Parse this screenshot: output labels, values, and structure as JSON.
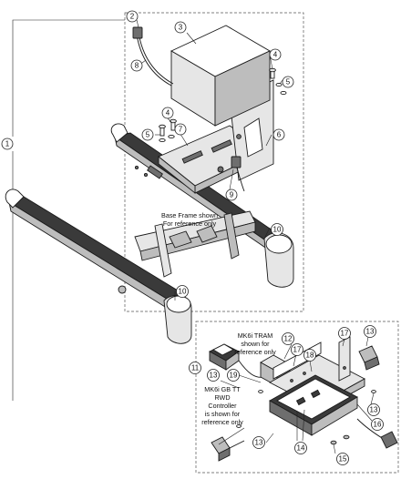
{
  "callouts": {
    "c1": "1",
    "c2": "2",
    "c3": "3",
    "c4a": "4",
    "c4b": "4",
    "c5a": "5",
    "c5b": "5",
    "c6": "6",
    "c7": "7",
    "c8": "8",
    "c9": "9",
    "c10a": "10",
    "c10b": "10",
    "c11": "11",
    "c12": "12",
    "c13a": "13",
    "c13b": "13",
    "c13c": "13",
    "c13d": "13",
    "c14": "14",
    "c15": "15",
    "c16": "16",
    "c17a": "17",
    "c17b": "17",
    "c18": "18",
    "c19": "19"
  },
  "notes": {
    "base_frame": [
      "Base Frame shown",
      "For reference only"
    ],
    "tram": [
      "MK6i TRAM",
      "shown for",
      "reference only"
    ],
    "controller": [
      "MK6i GB TT",
      "RWD",
      "Controller",
      "is shown for",
      "reference only"
    ]
  },
  "colors": {
    "line": "#1a1a1a",
    "frame_dark": "#3a3a3a",
    "frame_light": "#e6e6e6"
  }
}
